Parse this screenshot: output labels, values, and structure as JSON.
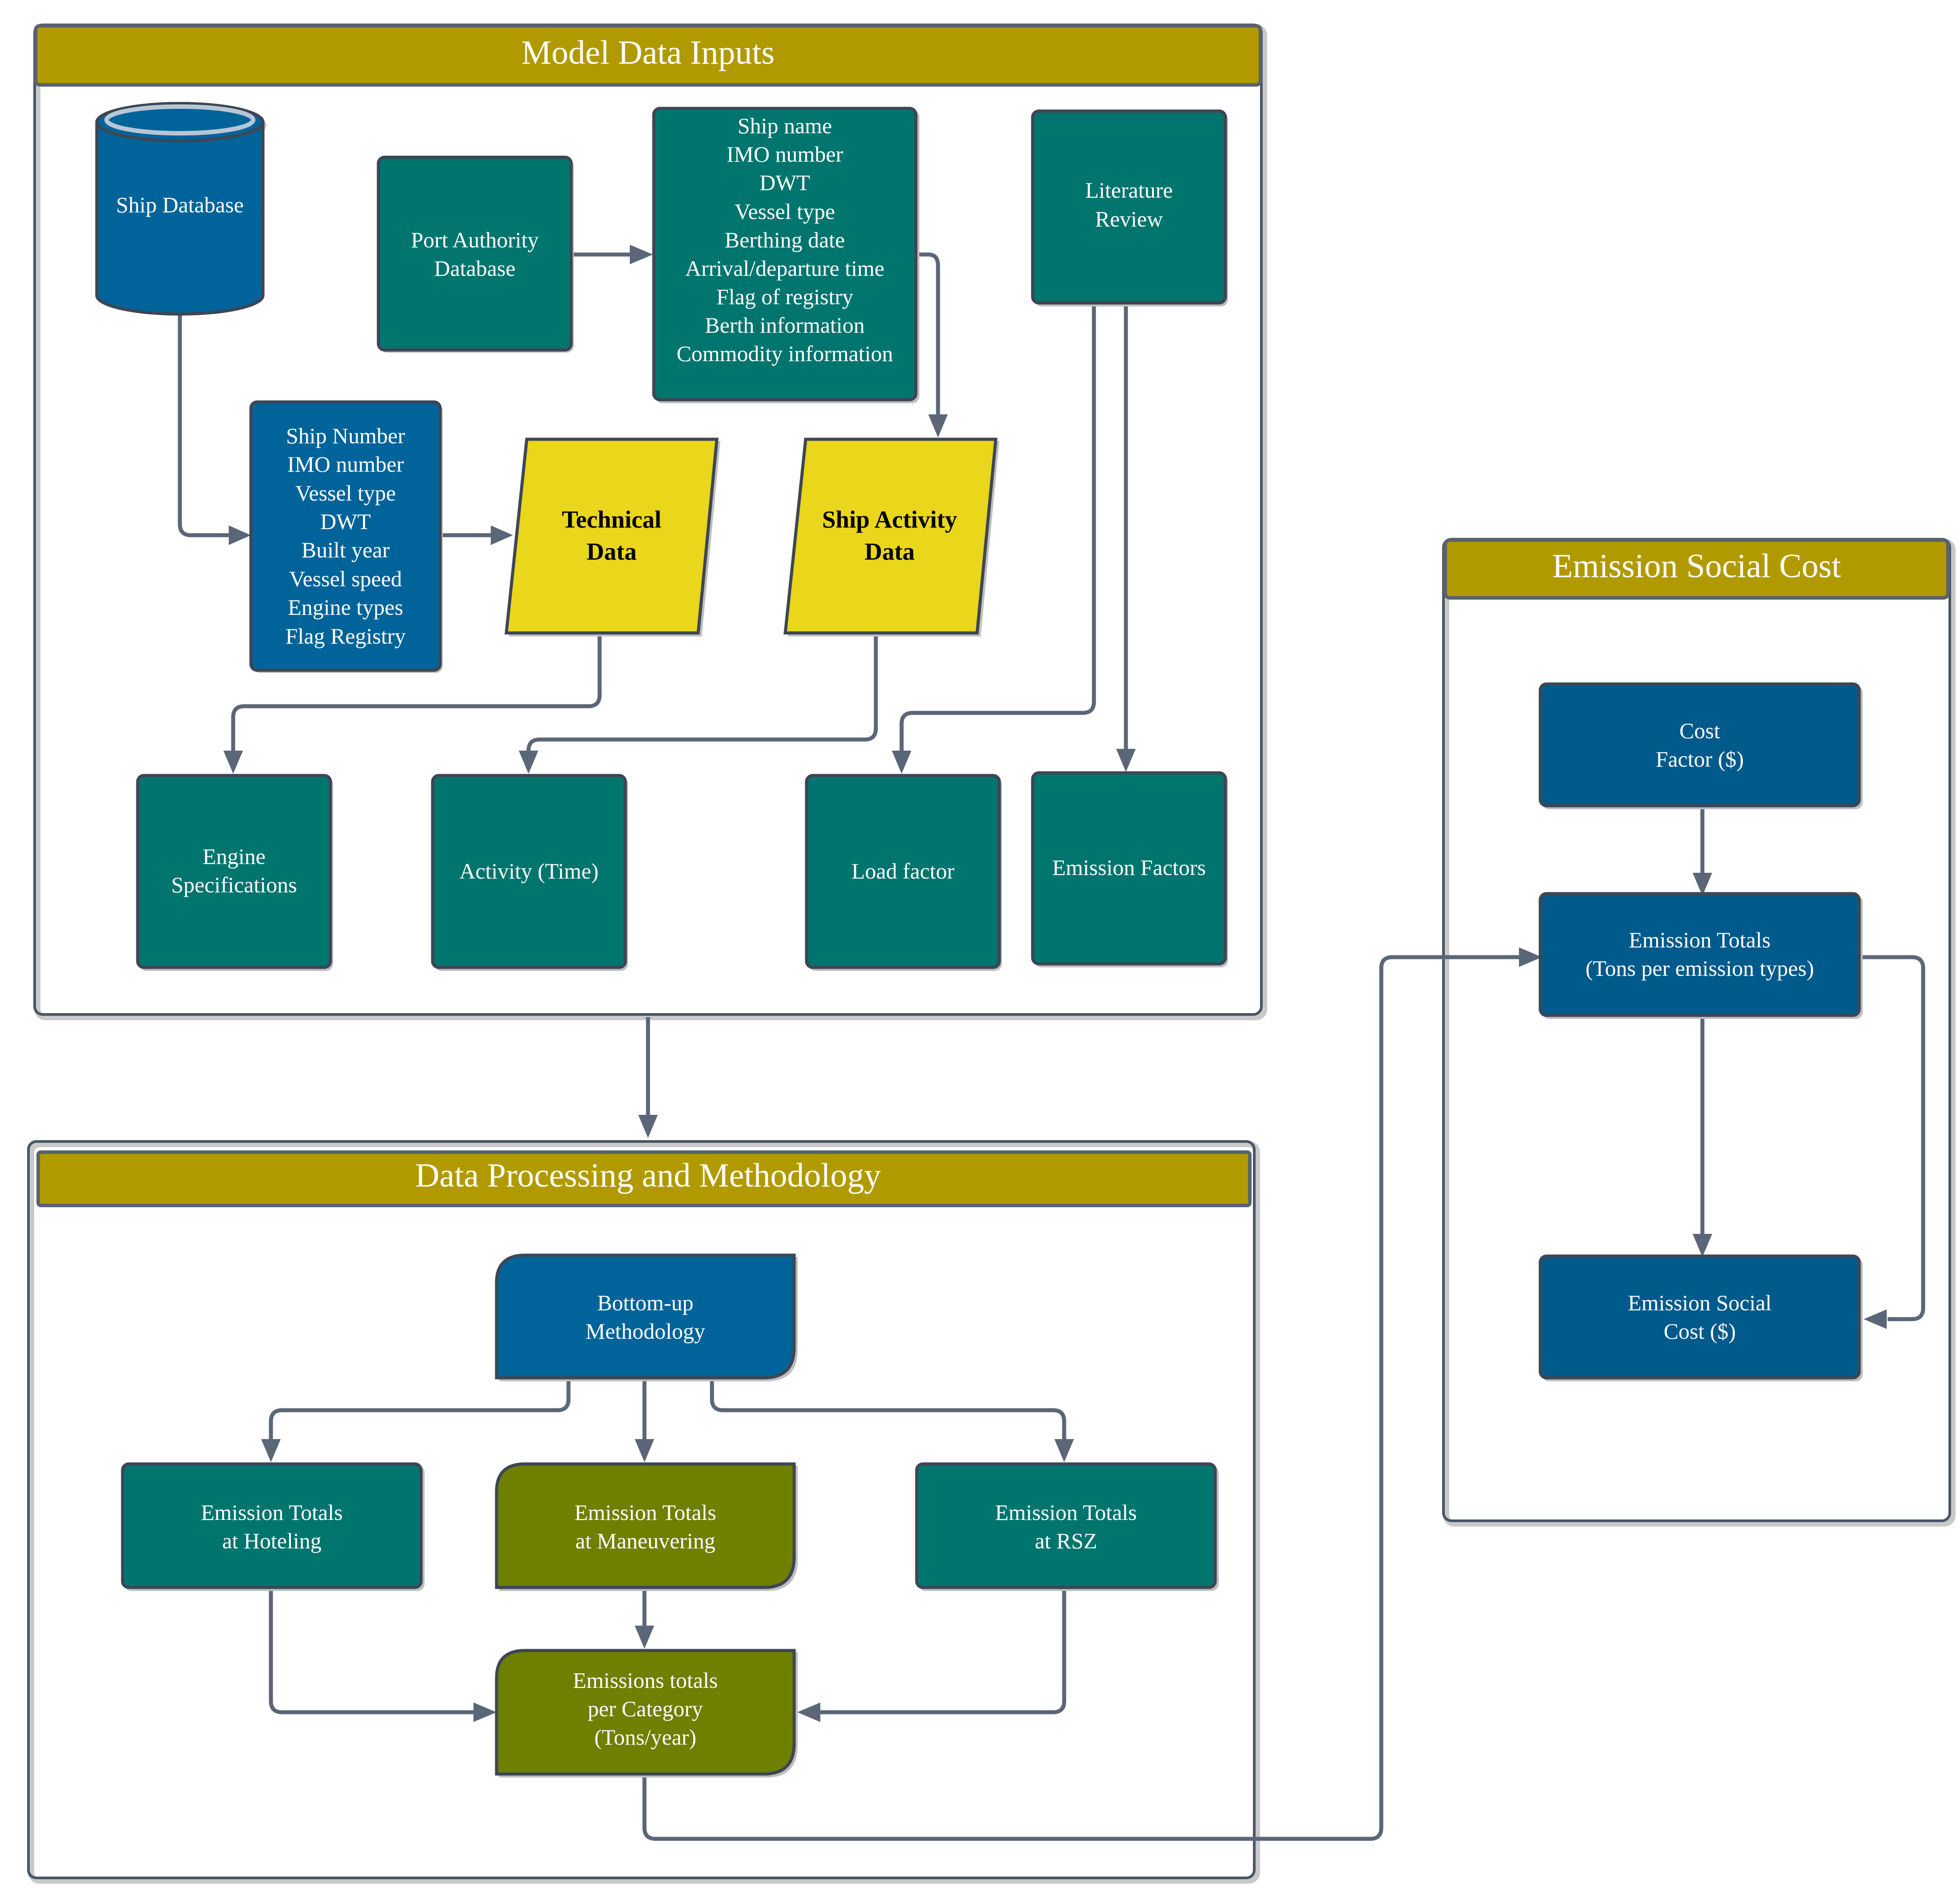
{
  "colors": {
    "header": "#b19a00",
    "teal": "#00756e",
    "blue": "#00649a",
    "navy": "#005a8b",
    "olive": "#6f7f00",
    "yellow": "#ead61a",
    "edge": "#5b6678"
  },
  "clusters": {
    "inputs": "Model Data Inputs",
    "processing": "Data Processing and Methodology",
    "social_cost": "Emission Social Cost"
  },
  "nodes": {
    "ship_database": [
      "Ship Database"
    ],
    "port_authority": [
      "Port Authority",
      "Database"
    ],
    "port_fields": [
      "Ship name",
      "IMO number",
      "DWT",
      "Vessel type",
      "Berthing date",
      "Arrival/departure time",
      "Flag of registry",
      "Berth information",
      "Commodity information"
    ],
    "literature": [
      "Literature",
      "Review"
    ],
    "ship_fields": [
      "Ship Number",
      "IMO number",
      "Vessel type",
      "DWT",
      "Built year",
      "Vessel speed",
      "Engine types",
      "Flag Registry"
    ],
    "technical": [
      "Technical",
      "Data"
    ],
    "activity_data": [
      "Ship Activity",
      "Data"
    ],
    "engine_specs": [
      "Engine",
      "Specifications"
    ],
    "activity_time": [
      "Activity (Time)"
    ],
    "load_factor": [
      "Load factor"
    ],
    "emission_factors": [
      "Emission Factors"
    ],
    "bottom_up": [
      "Bottom-up",
      "Methodology"
    ],
    "hoteling": [
      "Emission Totals",
      "at Hoteling"
    ],
    "maneuvering": [
      "Emission Totals",
      "at Maneuvering"
    ],
    "rsz": [
      "Emission Totals",
      "at RSZ"
    ],
    "per_category": [
      "Emissions totals",
      "per Category",
      "(Tons/year)"
    ],
    "cost_factor": [
      "Cost",
      "Factor ($)"
    ],
    "emission_totals": [
      "Emission Totals",
      "(Tons per emission types)"
    ],
    "social_cost": [
      "Emission Social",
      "Cost ($)"
    ]
  }
}
